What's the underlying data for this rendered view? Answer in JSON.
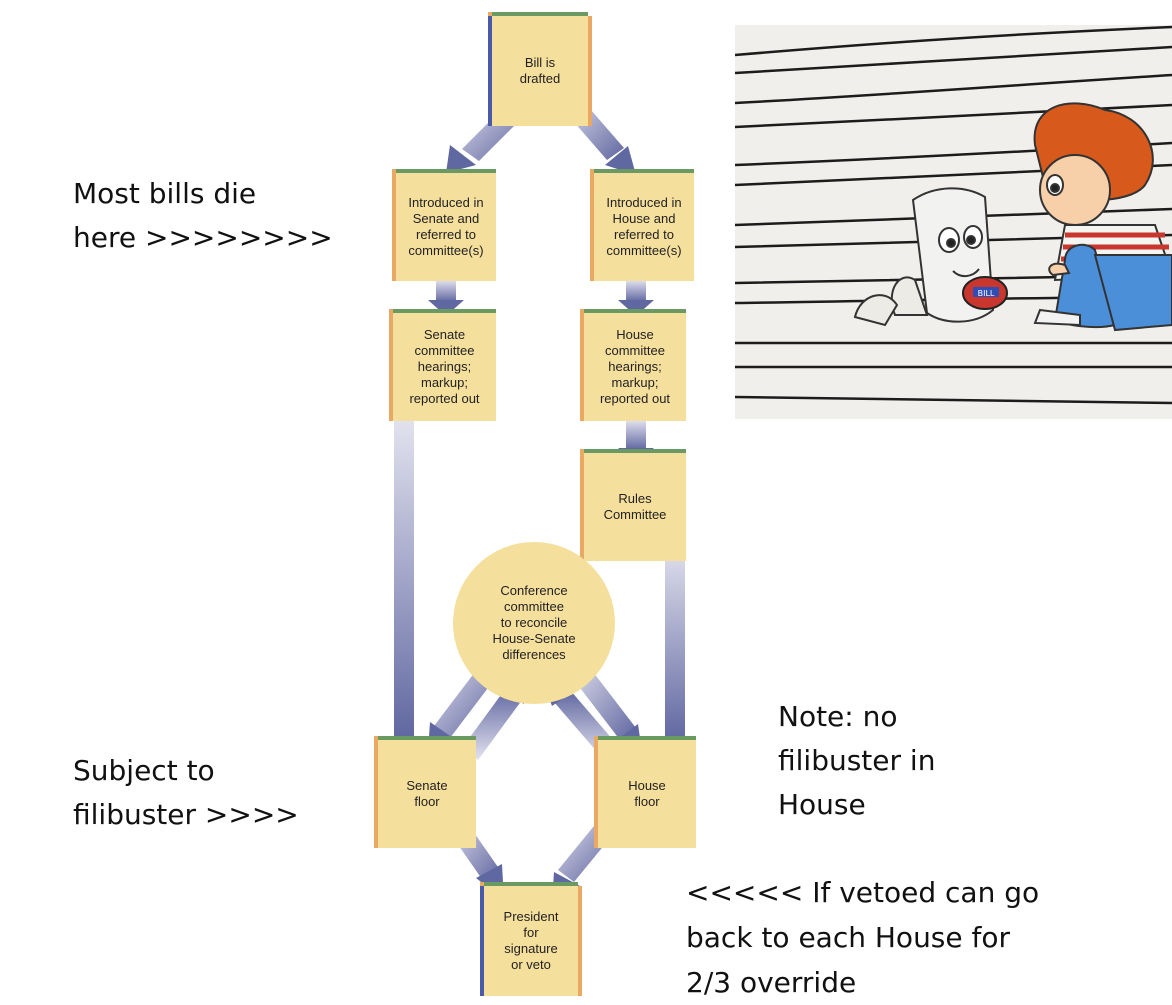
{
  "annotations": {
    "die_here": "Most bills die\nhere >>>>>>>>",
    "filibuster": "Subject to\nfilibuster >>>>",
    "note": "Note: no\nfilibuster in\nHouse",
    "veto": "<<<<< If vetoed can go\nback to each House for\n2/3 override"
  },
  "flowchart": {
    "bill_drafted": "Bill is\ndrafted",
    "senate_intro": "Introduced in\nSenate and\nreferred to\ncommittee(s)",
    "house_intro": "Introduced in\nHouse and\nreferred to\ncommittee(s)",
    "senate_committee": "Senate\ncommittee\nhearings;\nmarkup;\nreported out",
    "house_committee": "House\ncommittee\nhearings;\nmarkup;\nreported out",
    "rules_committee": "Rules\nCommittee",
    "conference": "Conference\ncommittee\nto reconcile\nHouse-Senate\ndifferences",
    "senate_floor": "Senate\nfloor",
    "house_floor": "House\nfloor",
    "president": "President\nfor\nsignature\nor veto"
  },
  "cartoon": {
    "bill_badge": "BILL"
  },
  "colors": {
    "box_fill": "#f5df9c",
    "box_edge_orange": "#e9a962",
    "box_edge_green": "#6a9a62",
    "arrow_dark": "#6e74a8",
    "arrow_light": "#d6d6e6"
  }
}
